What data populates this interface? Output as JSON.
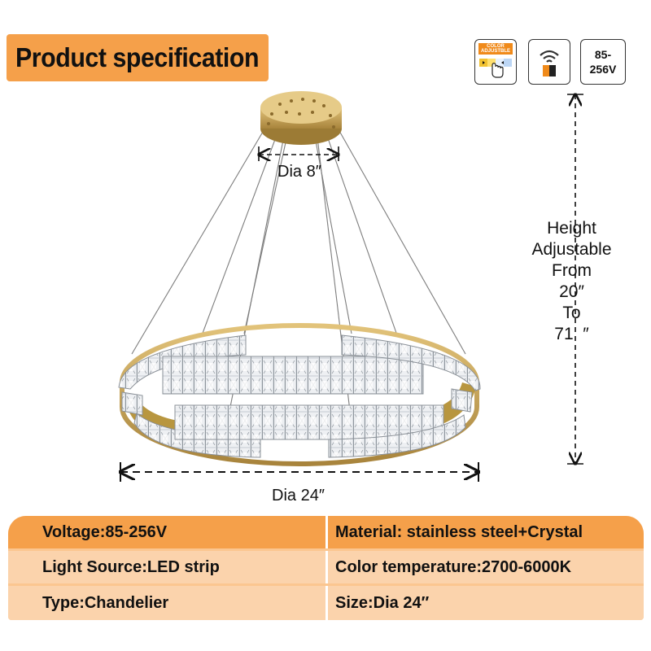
{
  "header": {
    "title": "Product specification"
  },
  "badges": {
    "color_adjustable": "COLOR ADJUSTBLE",
    "voltage": "85-\n256V"
  },
  "dimensions": {
    "canopy_diameter": "Dia 8″",
    "ring_diameter": "Dia 24″",
    "height_lines": [
      "Height",
      "Adjustable",
      "From",
      "20″",
      "To",
      "71  ″"
    ]
  },
  "specs": {
    "rows": [
      {
        "left": "Voltage:85-256V",
        "right": "Material: stainless steel+Crystal"
      },
      {
        "left": "Light Source:LED strip",
        "right": "Color temperature:2700-6000K"
      },
      {
        "left": "Type:Chandelier",
        "right": "Size:Dia 24″"
      }
    ]
  },
  "colors": {
    "accent_orange": "#f5a04a",
    "light_orange": "#fbd3ac",
    "gold": "#c8a55a"
  }
}
